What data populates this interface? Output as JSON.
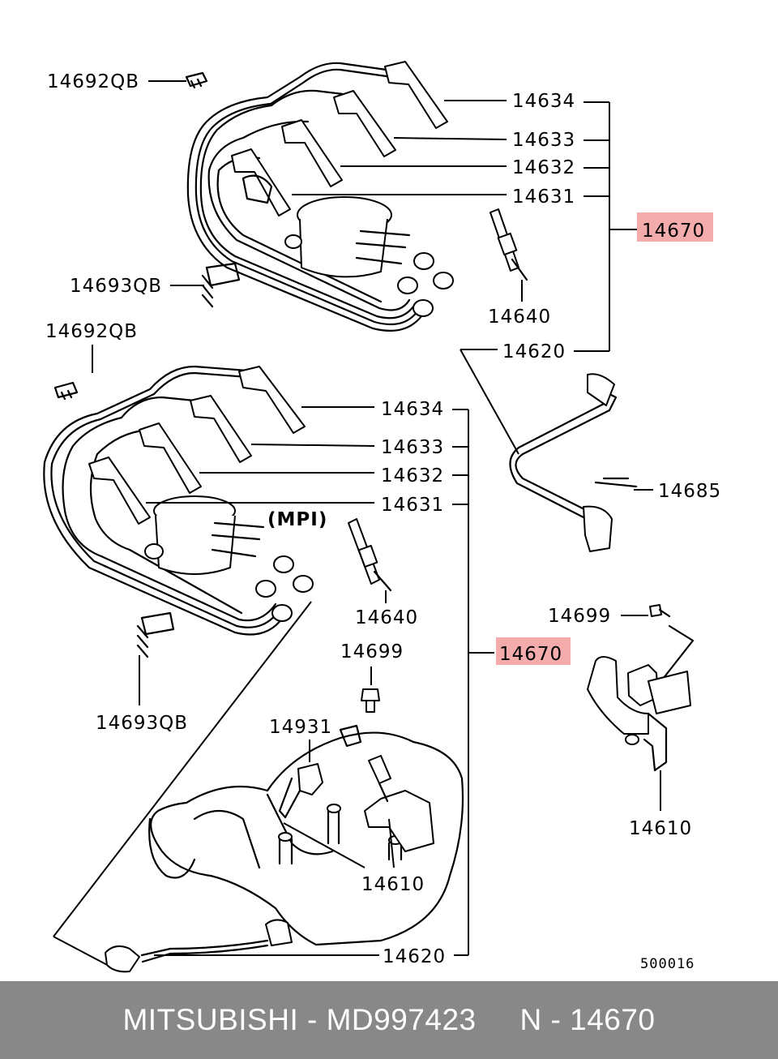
{
  "diagram": {
    "labels": {
      "top_14692qb": "14692QB",
      "top_14634": "14634",
      "top_14633": "14633",
      "top_14632": "14632",
      "top_14631": "14631",
      "top_14670": "14670",
      "top_14693qb": "14693QB",
      "top_14640": "14640",
      "top_14620": "14620",
      "mid_14692qb": "14692QB",
      "mid_14634": "14634",
      "mid_14633": "14633",
      "mid_14632": "14632",
      "mid_14631": "14631",
      "mpi": "(MPI)",
      "mid_14685": "14685",
      "mid_14640": "14640",
      "right_14699": "14699",
      "mid_14670": "14670",
      "mid_14699": "14699",
      "bot_14693qb": "14693QB",
      "bot_14931": "14931",
      "right_14610": "14610",
      "bot_14610": "14610",
      "bot_14620": "14620",
      "drawing_number": "500016"
    },
    "highlight_color": "#f29c9c"
  },
  "footer": {
    "text": "MITSUBISHI - MD997423     N - 14670",
    "background": "#888888"
  }
}
